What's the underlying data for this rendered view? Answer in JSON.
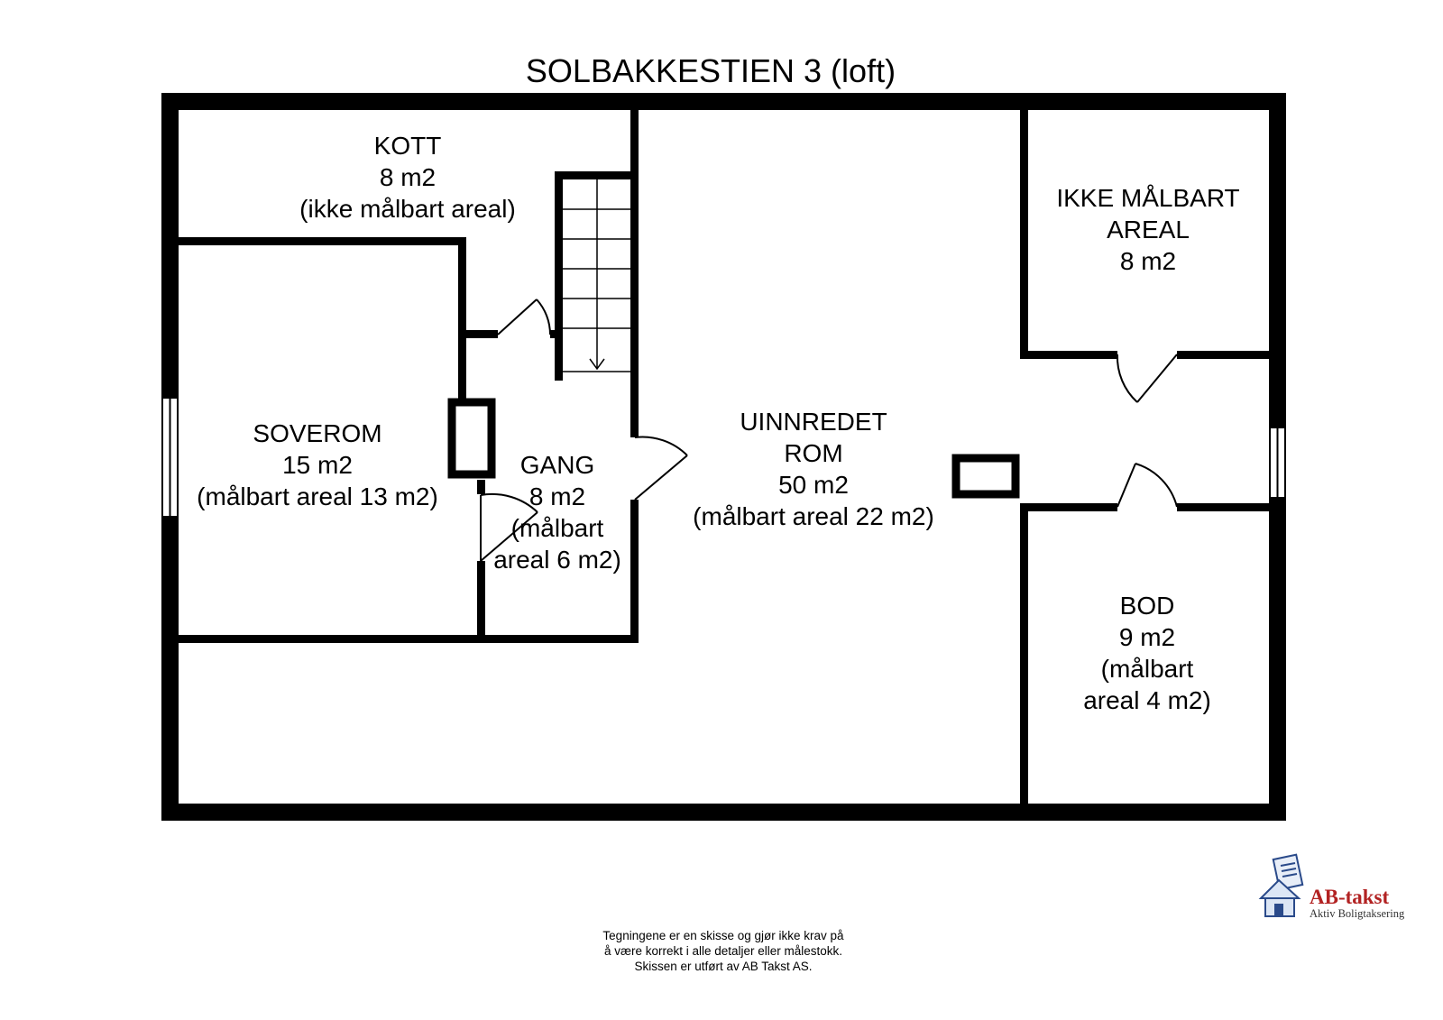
{
  "title": "SOLBAKKESTIEN 3  (loft)",
  "rooms": [
    {
      "lines": [
        "KOTT",
        "8 m2",
        "(ikke målbart areal)"
      ]
    },
    {
      "lines": [
        "SOVEROM",
        "15 m2",
        "(målbart areal 13 m2)"
      ]
    },
    {
      "lines": [
        "GANG",
        "8 m2",
        "(målbart",
        "areal 6 m2)"
      ]
    },
    {
      "lines": [
        "UINNREDET",
        "ROM",
        "50 m2",
        "(målbart areal 22 m2)"
      ]
    },
    {
      "lines": [
        "IKKE MÅLBART",
        "AREAL",
        "8 m2"
      ]
    },
    {
      "lines": [
        "BOD",
        "9 m2",
        "(målbart",
        "areal 4 m2)"
      ]
    }
  ],
  "disclaimer": [
    "Tegningene er en skisse og gjør ikke krav på",
    "å være korrekt i alle detaljer eller målestokk.",
    "Skissen er utført av AB Takst AS."
  ],
  "logo": {
    "name": "AB-takst",
    "tagline": "Aktiv Boligtaksering",
    "color": "#b22222",
    "icon": "house-document-icon"
  },
  "colors": {
    "wall": "#000000",
    "background": "#ffffff"
  }
}
